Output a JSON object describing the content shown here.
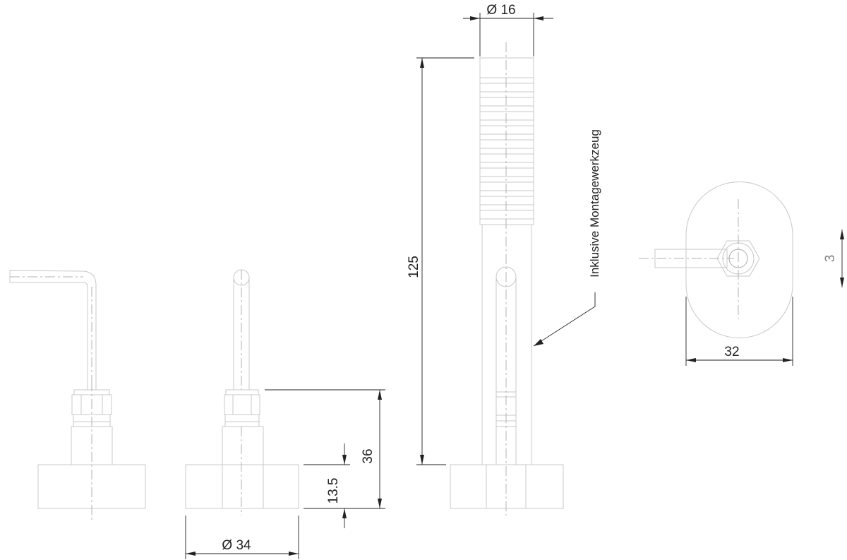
{
  "dimensions": {
    "d_tool": "Ø 16",
    "length_tool": "125",
    "d_base": "Ø 34",
    "height_total": "36",
    "height_base": "13.5",
    "width_top": "32",
    "hex_size": "3"
  },
  "note": {
    "tool_included": "Inklusive Montagewerkzeug"
  },
  "colors": {
    "part_outline": "#c8c8c8",
    "dimension_line": "#222222",
    "background": "#ffffff"
  }
}
